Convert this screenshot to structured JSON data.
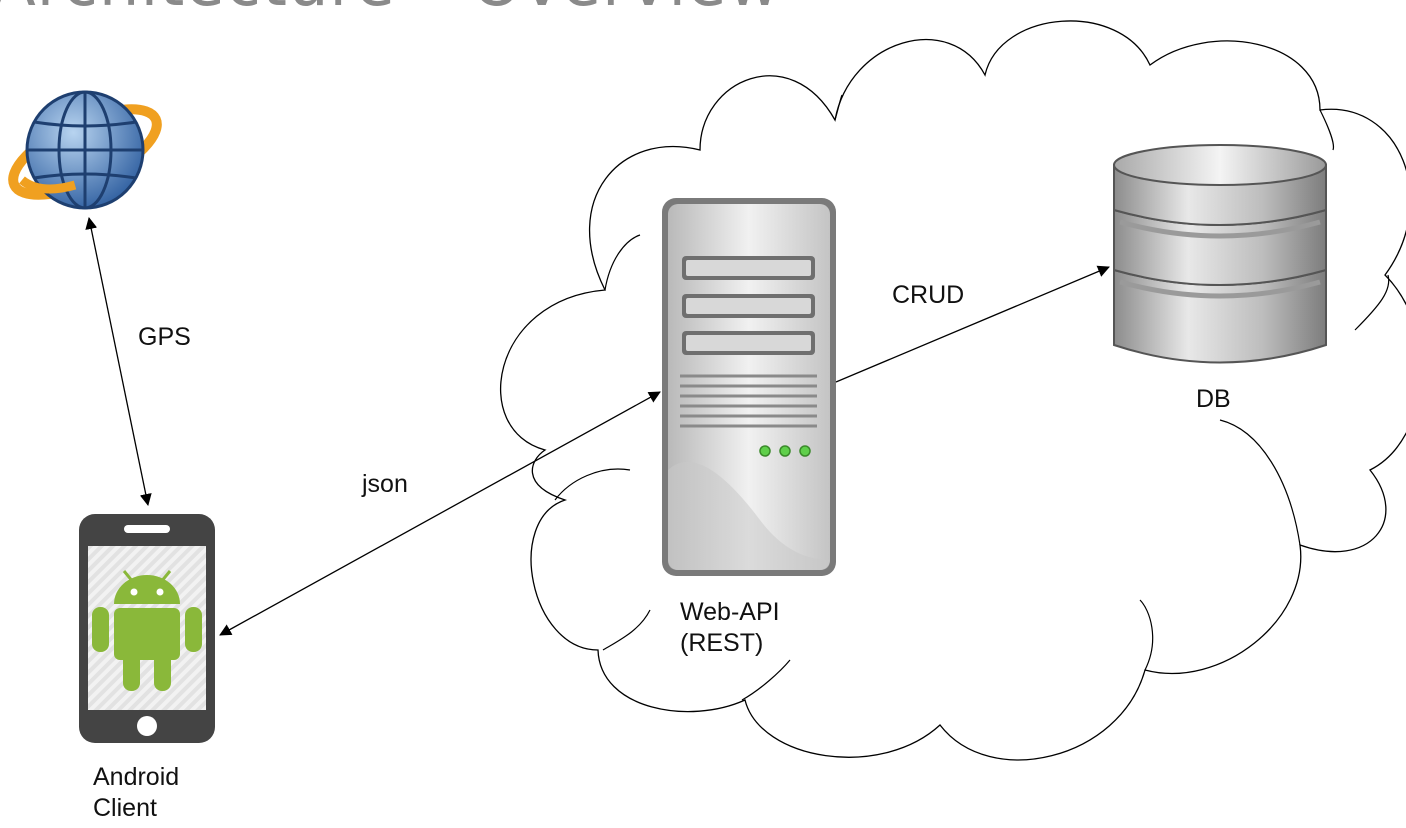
{
  "title": "Architecture – Overview",
  "nodes": {
    "android": {
      "line1": "Android",
      "line2": "Client"
    },
    "webapi": {
      "line1": "Web-API",
      "line2": "(REST)"
    },
    "db": {
      "label": "DB"
    }
  },
  "edges": {
    "gps": "GPS",
    "json": "json",
    "crud": "CRUD"
  },
  "icons": [
    "globe-icon",
    "android-phone-icon",
    "server-icon",
    "database-icon",
    "cloud-shape"
  ]
}
